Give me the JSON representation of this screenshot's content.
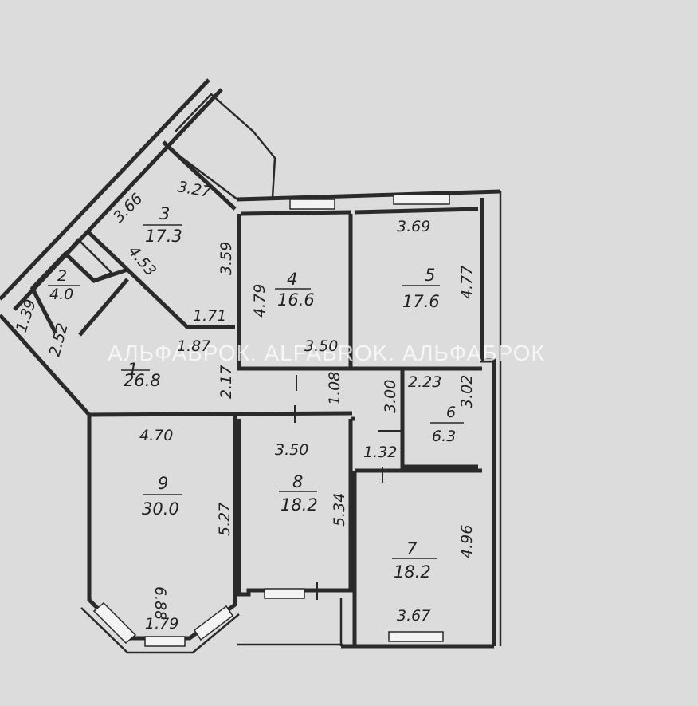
{
  "watermark": "АЛЬФАБРОК. ALFABROK. АЛЬФАБРОК",
  "rooms": [
    {
      "number": "1",
      "area": "26.8"
    },
    {
      "number": "2",
      "area": "4.0"
    },
    {
      "number": "3",
      "area": "17.3"
    },
    {
      "number": "4",
      "area": "16.6"
    },
    {
      "number": "5",
      "area": "17.6"
    },
    {
      "number": "6",
      "area": "6.3"
    },
    {
      "number": "7",
      "area": "18.2"
    },
    {
      "number": "8",
      "area": "18.2"
    },
    {
      "number": "9",
      "area": "30.0"
    }
  ],
  "dimensions": [
    "3.66",
    "3.27",
    "4.53",
    "3.59",
    "1.71",
    "1.39",
    "2.52",
    "1.87",
    "4.79",
    "3.50",
    "3.69",
    "4.77",
    "2.17",
    "1.08",
    "3.00",
    "2.23",
    "3.02",
    "4.70",
    "3.50",
    "1.32",
    "5.27",
    "5.34",
    "4.96",
    "6.88",
    "1.79",
    "3.67"
  ]
}
